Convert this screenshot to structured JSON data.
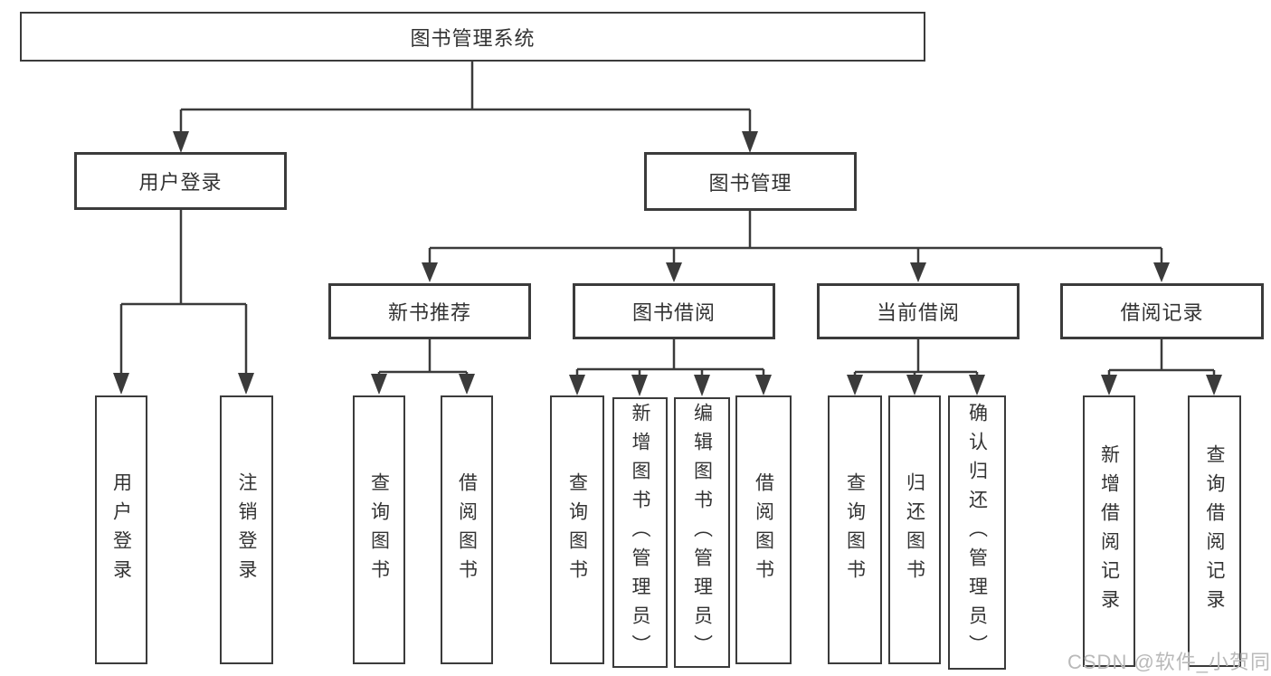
{
  "colors": {
    "line": "#3b3b3b",
    "text": "#333333",
    "watermark": "#b9b9b9"
  },
  "watermark": "CSDN @软件_小贺同学",
  "tree": {
    "label": "图书管理系统",
    "children": [
      {
        "label": "用户登录",
        "children": [
          {
            "label": "用户登录"
          },
          {
            "label": "注销登录"
          }
        ]
      },
      {
        "label": "图书管理",
        "children": [
          {
            "label": "新书推荐",
            "children": [
              {
                "label": "查询图书"
              },
              {
                "label": "借阅图书"
              }
            ]
          },
          {
            "label": "图书借阅",
            "children": [
              {
                "label": "查询图书"
              },
              {
                "label": "新增图书（管理员）"
              },
              {
                "label": "编辑图书（管理员）"
              },
              {
                "label": "借阅图书"
              }
            ]
          },
          {
            "label": "当前借阅",
            "children": [
              {
                "label": "查询图书"
              },
              {
                "label": "归还图书"
              },
              {
                "label": "确认归还（管理员）"
              }
            ]
          },
          {
            "label": "借阅记录",
            "children": [
              {
                "label": "新增借阅记录"
              },
              {
                "label": "查询借阅记录"
              }
            ]
          }
        ]
      }
    ]
  }
}
